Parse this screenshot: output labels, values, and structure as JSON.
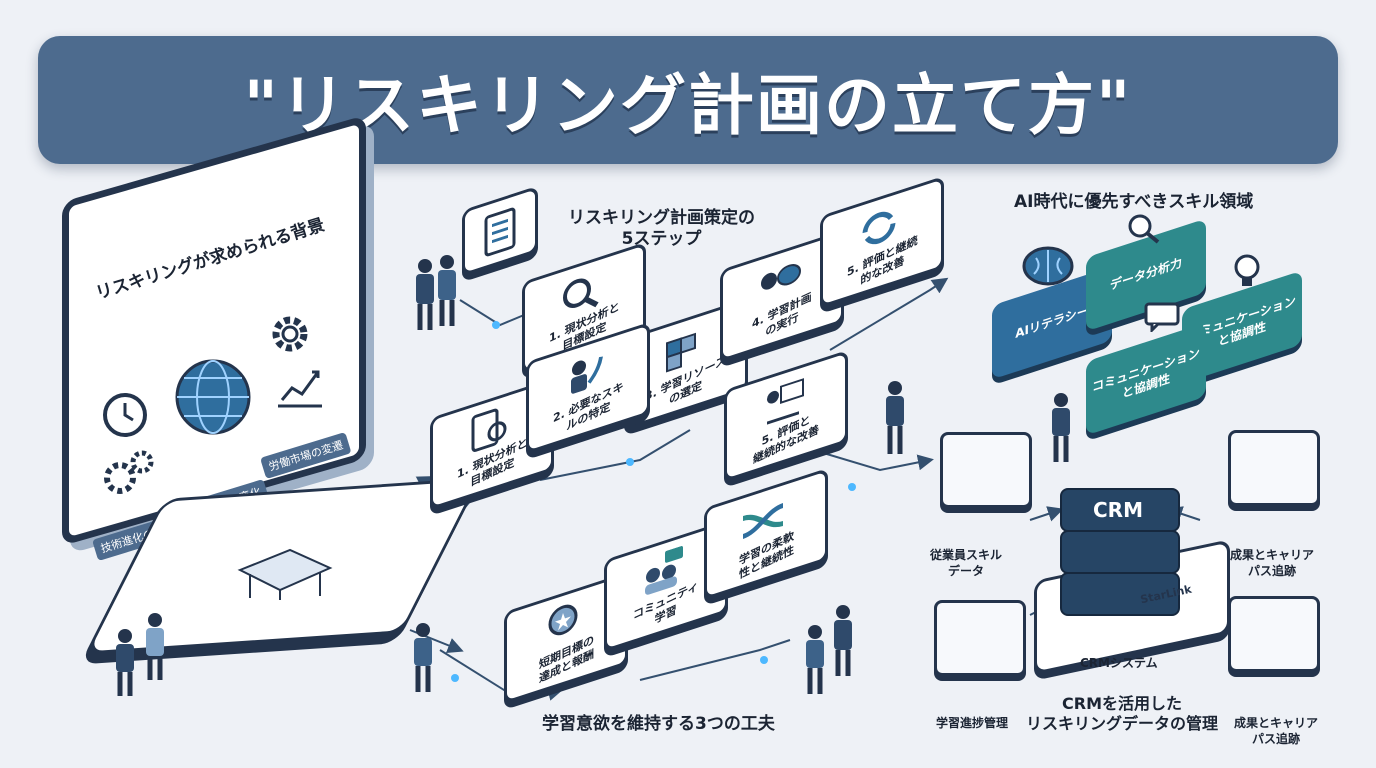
{
  "title": "\"リスキリング計画の立て方\"",
  "background_section": {
    "title": "リスキリングが求められる背景",
    "items": [
      "技術進化の加速",
      "産業構造の変化",
      "労働市場の変遷"
    ]
  },
  "steps_section": {
    "title": "リスキリング計画策定の\n5ステップ",
    "upper_steps": [
      "1. 現状分析と\n目標設定",
      "3. 学習リソース\nの選定",
      "4. 学習計画\nの実行",
      "5. 評価と継続\n的な改善"
    ],
    "lower_steps": [
      "1. 現状分析と\n目標設定",
      "2. 必要なスキ\nルの特定",
      "5. 評価と\n継続的な改善"
    ]
  },
  "motivation_section": {
    "title": "学習意欲を維持する3つの工夫",
    "items": [
      "短期目標の\n達成と報酬",
      "コミュニティ\n学習",
      "学習の柔軟\n性と継続性"
    ]
  },
  "ai_section": {
    "title": "AI時代に優先すべきスキル領域",
    "items": [
      "AIリテラシー",
      "データ分析力",
      "コミュニケーション\nと協調性",
      "コミュニケーション\nと協調性"
    ]
  },
  "crm_section": {
    "title": "CRMを活用した\nリスキリングデータの管理",
    "server_label": "CRM",
    "brand_label": "StarLink",
    "system_label": "CRMシステム",
    "labels": [
      "従業員スキル\nデータ",
      "成果とキャリア\nパス追跡",
      "学習進捗管理",
      "成果とキャリア\nパス追跡"
    ]
  },
  "colors": {
    "banner": "#4d6b8e",
    "navy": "#24344c",
    "teal": "#2e8a8c",
    "blue": "#2f6e9e",
    "glow": "#4db8ff"
  }
}
